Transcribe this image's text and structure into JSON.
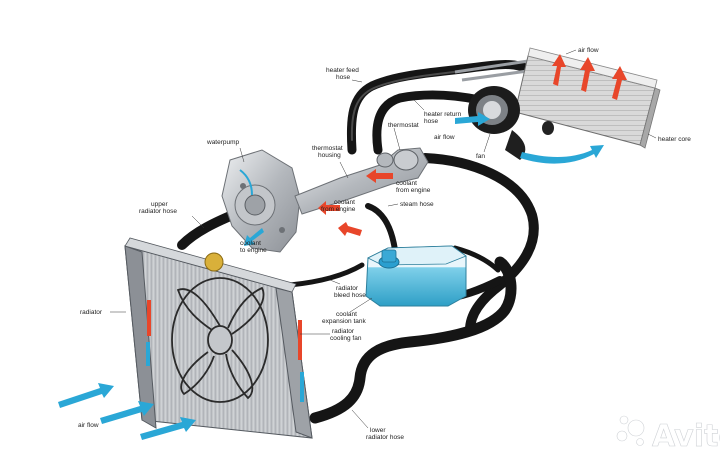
{
  "labels": {
    "air_flow_top": "air flow",
    "heater_feed_hose": [
      "heater feed",
      "hose"
    ],
    "heater_return_hose": [
      "heater return",
      "hose"
    ],
    "thermostat": "thermostat",
    "air_flow_mid": "air flow",
    "fan": "fan",
    "heater_core": "heater core",
    "waterpump": "waterpump",
    "thermostat_housing": [
      "thermostat",
      "housing"
    ],
    "coolant_from_engine_1": [
      "coolant",
      "from engine"
    ],
    "coolant_from_engine_2": [
      "coolant",
      "from engine"
    ],
    "steam_hose": "steam hose",
    "upper_radiator_hose": [
      "upper",
      "radiator hose"
    ],
    "coolant_to_engine": [
      "coolant",
      "to engine"
    ],
    "radiator": "radiator",
    "radiator_bleed_hose": [
      "radiator",
      "bleed hose"
    ],
    "coolant_expansion_tank": [
      "coolant",
      "expansion tank"
    ],
    "radiator_cooling_fan": [
      "radiator",
      "cooling fan"
    ],
    "air_flow_bottom": "air flow",
    "lower_radiator_hose": [
      "lower",
      "radiator hose"
    ]
  },
  "watermark": "Avito",
  "colors": {
    "hose": "#151515",
    "arrow_hot": "#e8462a",
    "arrow_cool": "#2aa7d6",
    "tank": "#5cc0de",
    "radiator_fins": "#c9ccd0",
    "engine_metal": "#b9bcc0"
  }
}
